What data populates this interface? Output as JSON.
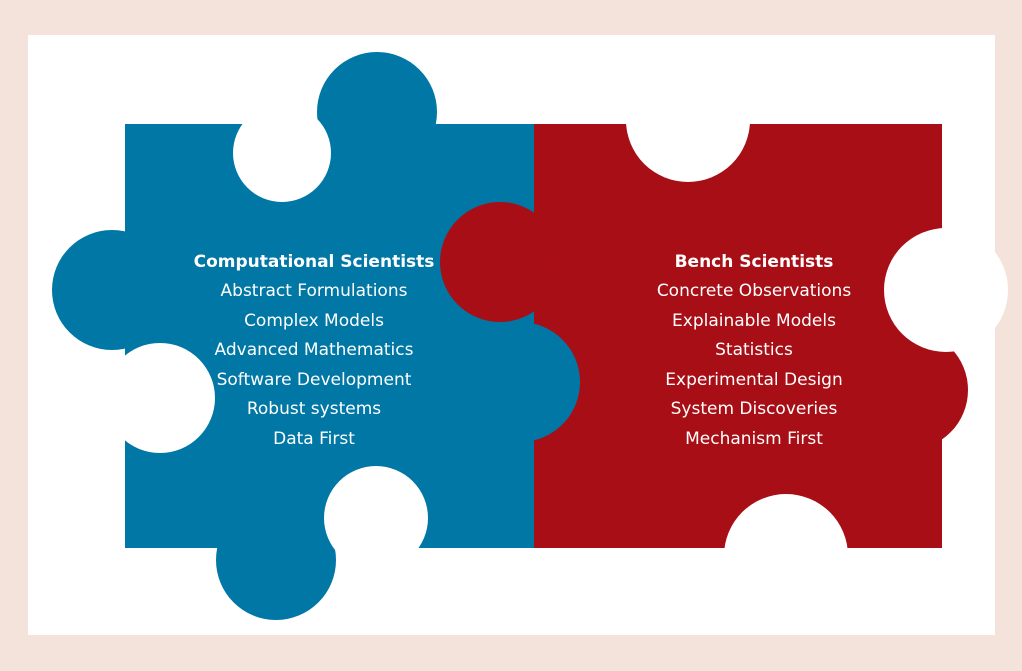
{
  "colors": {
    "outer_background": "#f4e3da",
    "panel_background": "#ffffff",
    "left_piece": "#0077a4",
    "right_piece": "#a80e15",
    "text": "#ffffff"
  },
  "left_piece": {
    "heading": "Computational Scientists",
    "items": [
      "Abstract Formulations",
      "Complex Models",
      "Advanced Mathematics",
      "Software Development",
      "Robust systems",
      "Data First"
    ]
  },
  "right_piece": {
    "heading": "Bench Scientists",
    "items": [
      "Concrete Observations",
      "Explainable Models",
      "Statistics",
      "Experimental Design",
      "System Discoveries",
      "Mechanism First"
    ]
  }
}
